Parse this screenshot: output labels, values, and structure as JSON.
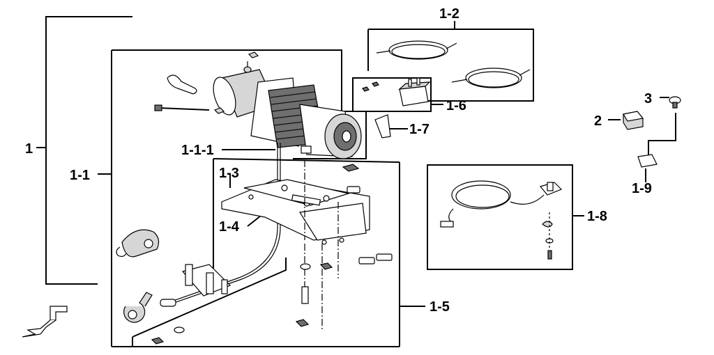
{
  "diagram": {
    "labels": {
      "l1": "1",
      "l1_1": "1-1",
      "l1_1_1": "1-1-1",
      "l1_2": "1-2",
      "l1_3": "1-3",
      "l1_4": "1-4",
      "l1_5": "1-5",
      "l1_6": "1-6",
      "l1_7": "1-7",
      "l1_8": "1-8",
      "l1_9": "1-9",
      "l2": "2",
      "l3": "3"
    }
  }
}
